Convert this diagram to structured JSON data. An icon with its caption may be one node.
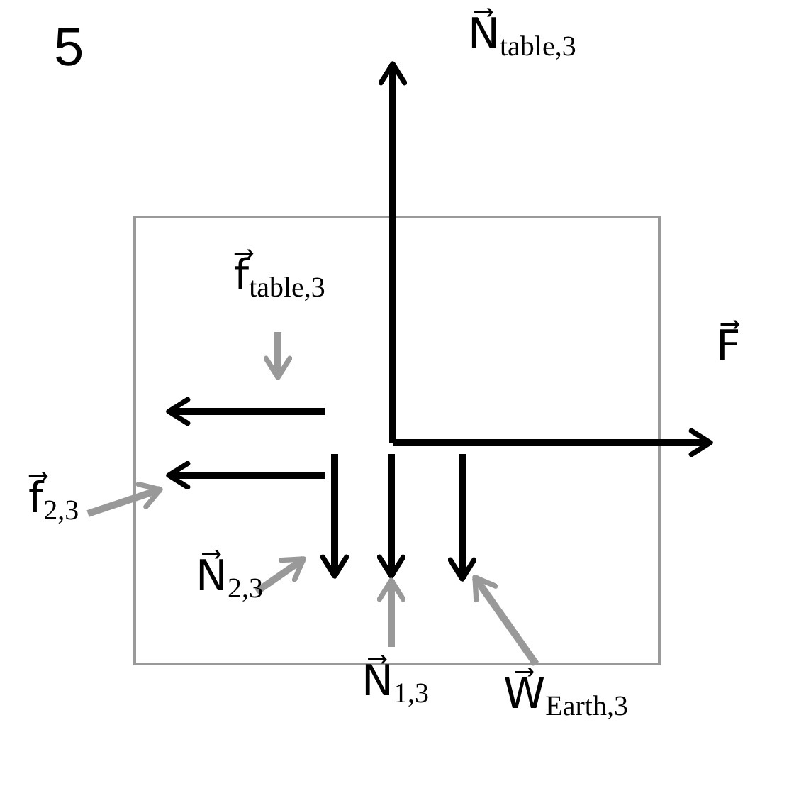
{
  "diagram": {
    "nodes": [
      {
        "text": [
          "f⃗$_{table,3}$"
        ]
      },
      {
        "text": [],
        "shape": "arrow"
      },
      {
        "text": [
          "f⃗$_{2,3}$"
        ]
      },
      {
        "text": [],
        "shape": "arrow"
      },
      {
        "text": [
          "N⃗$_{2,3}$"
        ]
      },
      {
        "text": [],
        "shape": "arrow"
      },
      {
        "text": [
          "N⃗$_{1,3}$"
        ]
      },
      {
        "text": [],
        "shape": "arrow"
      },
      {
        "text": [
          "W⃗$_{Earth,3}$"
        ]
      },
      {
        "text": [],
        "shape": "arrow"
      },
      {
        "text": [
          "N⃗$_{table,3}$"
        ]
      },
      {
        "text": [
          "F⃗"
        ]
      }
    ],
    "edges": [
      {
        "from": 0,
        "to": 1,
        "arrow": "to"
      },
      {
        "from": 2,
        "to": 3,
        "arrow": "to"
      },
      {
        "from": 4,
        "to": 5,
        "arrow": "to"
      },
      {
        "from": 6,
        "to": 7,
        "arrow": "to"
      },
      {
        "from": 8,
        "to": 9,
        "arrow": "to"
      }
    ],
    "labels": [
      "5"
    ]
  }
}
